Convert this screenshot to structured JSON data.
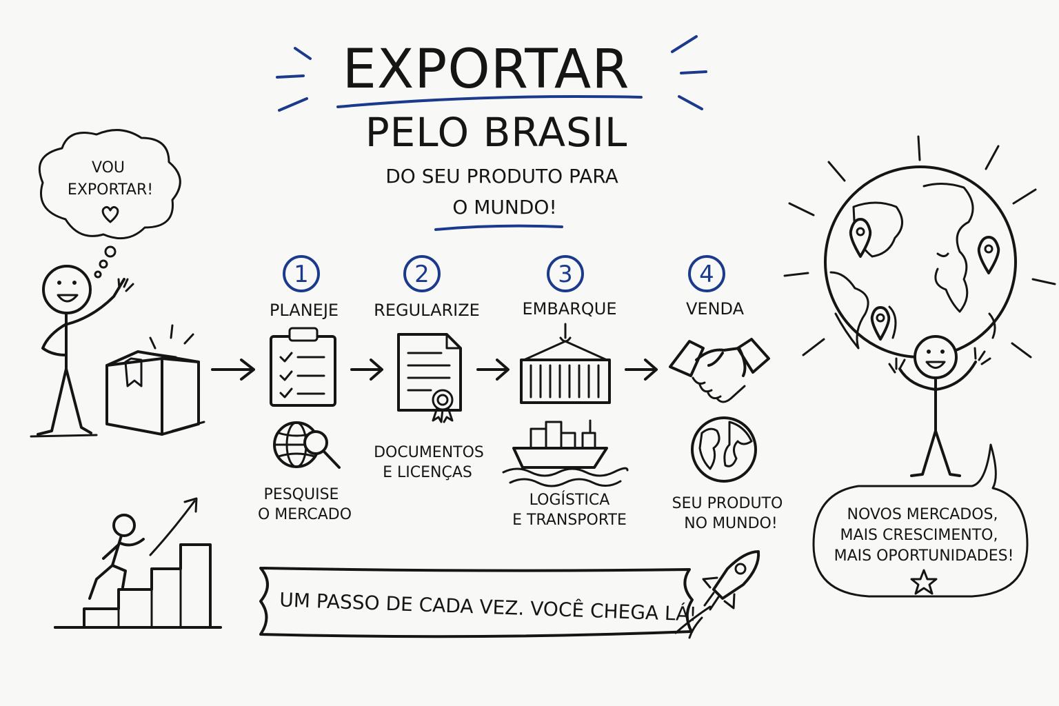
{
  "title": {
    "line1": "EXPORTAR",
    "line2": "PELO BRASIL",
    "tagline_part1": "DO SEU PRODUTO PARA",
    "tagline_part2": "O MUNDO!"
  },
  "thought_bubble": {
    "line1": "VOU",
    "line2": "EXPORTAR!"
  },
  "steps": [
    {
      "number": "1",
      "label": "PLANEJE",
      "caption_line1": "PESQUISE",
      "caption_line2": "O MERCADO"
    },
    {
      "number": "2",
      "label": "REGULARIZE",
      "caption_line1": "DOCUMENTOS",
      "caption_line2": "E LICENÇAS"
    },
    {
      "number": "3",
      "label": "EMBARQUE",
      "caption_line1": "LOGÍSTICA",
      "caption_line2": "E TRANSPORTE"
    },
    {
      "number": "4",
      "label": "VENDA",
      "caption_line1": "SEU PRODUTO",
      "caption_line2": "NO MUNDO!"
    }
  ],
  "speech_bubble": {
    "line1": "NOVOS MERCADOS,",
    "line2": "MAIS CRESCIMENTO,",
    "line3": "MAIS OPORTUNIDADES!"
  },
  "banner": {
    "text": "UM PASSO DE CADA VEZ. VOCÊ CHEGA LÁ!"
  },
  "colors": {
    "ink": "#151515",
    "accent": "#1c3a8c",
    "background": "#f8f8f6"
  },
  "icons": [
    "box-icon",
    "clipboard-checklist-icon",
    "globe-search-icon",
    "certificate-document-icon",
    "container-crane-icon",
    "cargo-ship-icon",
    "handshake-icon",
    "globe-icon",
    "rocket-icon",
    "stairs-growth-icon",
    "map-pin-icon",
    "heart-icon",
    "star-icon"
  ]
}
